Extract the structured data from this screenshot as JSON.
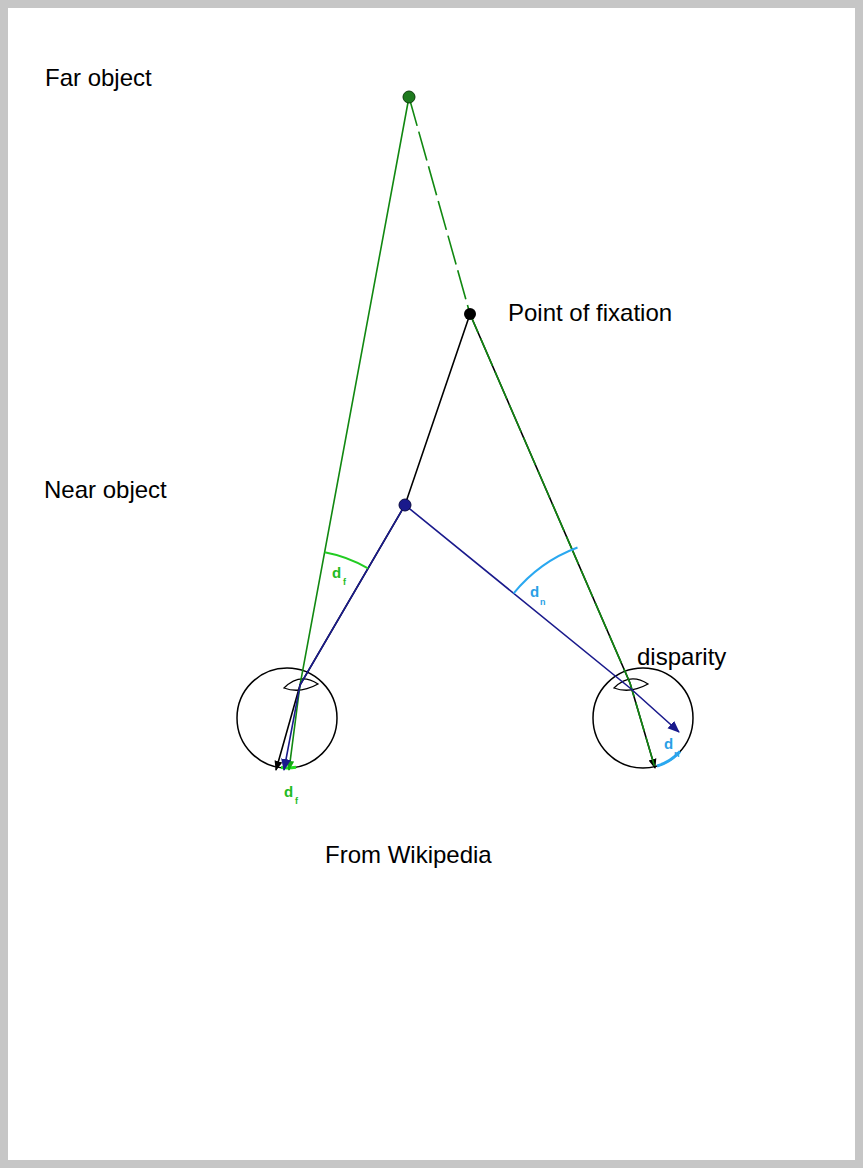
{
  "diagram": {
    "labels": [
      "Far object",
      "Point of fixation",
      "Near object",
      "disparity",
      "d",
      "f",
      "d",
      "n",
      "d",
      "f",
      "d",
      "n",
      "From Wikipedia"
    ]
  }
}
